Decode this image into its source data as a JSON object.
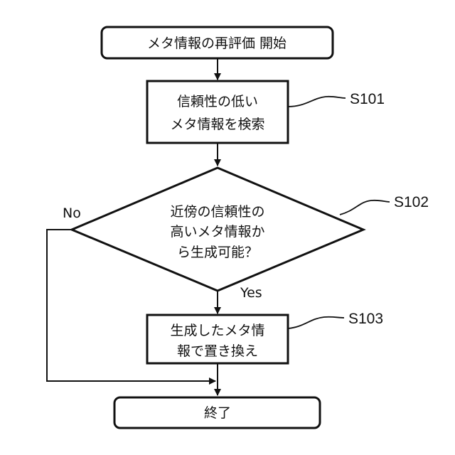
{
  "flowchart": {
    "start": {
      "text": "メタ情報の再評価 開始"
    },
    "s101": {
      "lines": [
        "信頼性の低い",
        "メタ情報を検索"
      ],
      "step_id": "S101"
    },
    "s102": {
      "lines": [
        "近傍の信頼性の",
        "高いメタ情報か",
        "ら生成可能？"
      ],
      "step_id": "S102",
      "no_label": "No",
      "yes_label": "Yes"
    },
    "s103": {
      "lines": [
        "生成したメタ情",
        "報で置き換え"
      ],
      "step_id": "S103"
    },
    "end": {
      "text": "終了"
    }
  }
}
